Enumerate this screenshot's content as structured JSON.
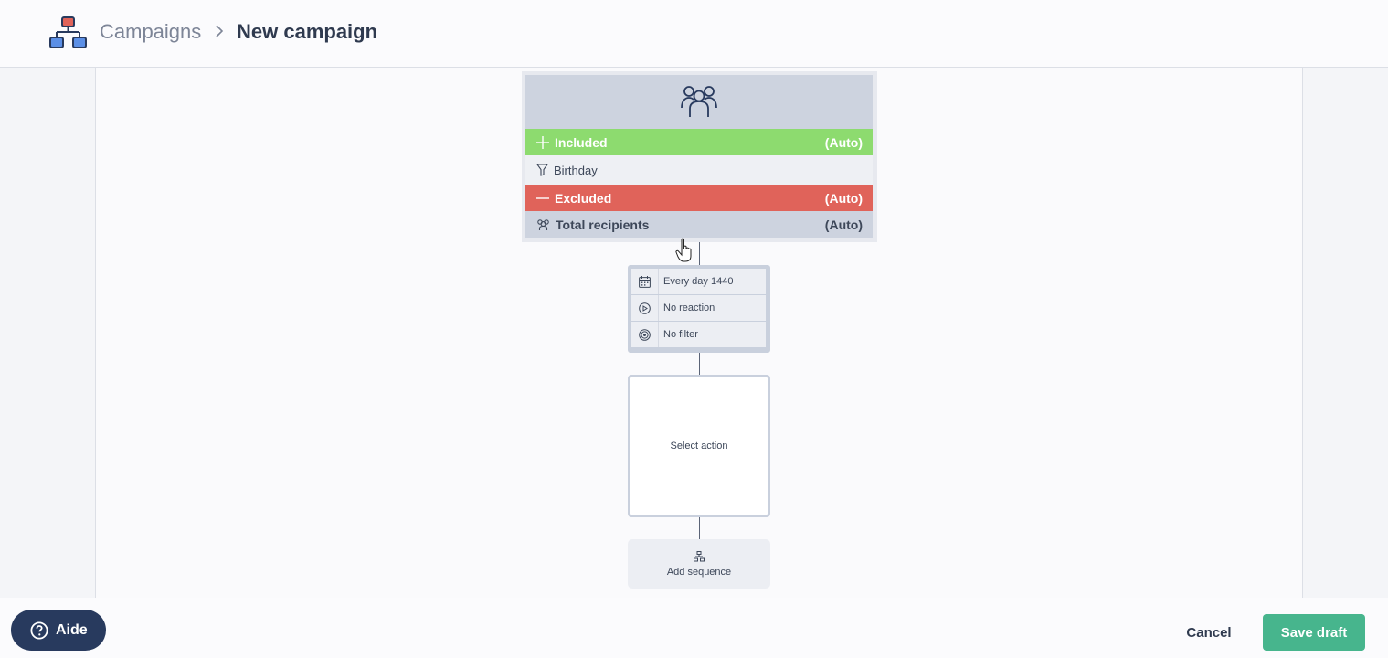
{
  "header": {
    "icon": "campaign-network-icon",
    "breadcrumb_parent": "Campaigns",
    "breadcrumb_separator_icon": "chevron-right-icon",
    "breadcrumb_current": "New campaign"
  },
  "audience": {
    "head_icon": "group-users-icon",
    "included": {
      "label": "Included",
      "value": "(Auto)",
      "icon": "plus-icon",
      "color": "#8ddb6f"
    },
    "segment": {
      "label": "Birthday",
      "icon": "filter-icon"
    },
    "excluded": {
      "label": "Excluded",
      "value": "(Auto)",
      "icon": "minus-icon",
      "color": "#e0635a"
    },
    "total": {
      "label": "Total recipients",
      "value": "(Auto)",
      "icon": "users-icon"
    }
  },
  "trigger": {
    "rows": [
      {
        "icon": "calendar-icon",
        "text": "Every day 1440"
      },
      {
        "icon": "play-circle-icon",
        "text": "No reaction"
      },
      {
        "icon": "target-icon",
        "text": "No filter"
      }
    ]
  },
  "action": {
    "label": "Select action"
  },
  "sequence": {
    "label": "Add sequence",
    "icon": "add-sequence-icon"
  },
  "footer": {
    "help_label": "Aide",
    "help_icon": "question-circle-icon",
    "cancel_label": "Cancel",
    "save_label": "Save draft",
    "save_color": "#47b58d"
  }
}
